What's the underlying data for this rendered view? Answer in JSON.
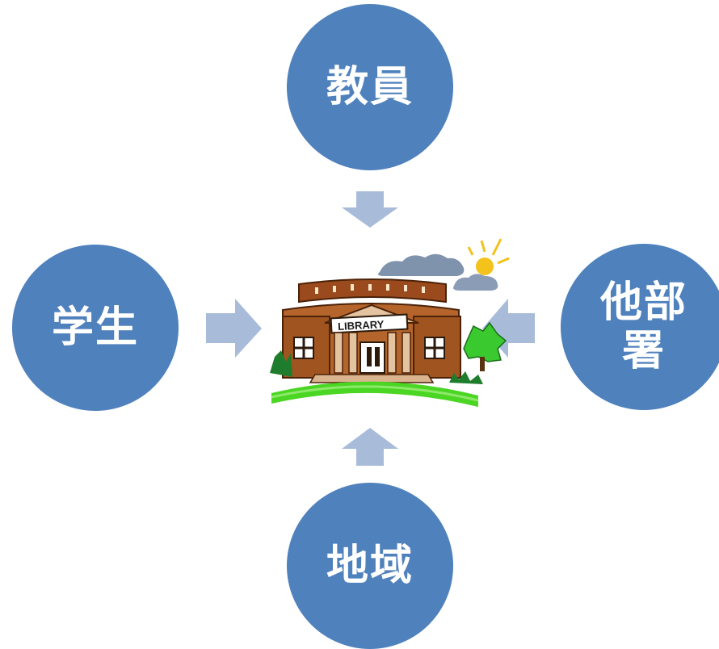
{
  "nodes": {
    "top": "教員",
    "left": "学生",
    "right": "他部署",
    "bottom": "地域"
  },
  "library": {
    "sign": "LIBRARY"
  },
  "colors": {
    "node_fill": "#4f81bd",
    "node_text": "#ffffff",
    "arrow_fill": "#a8bcd9"
  }
}
